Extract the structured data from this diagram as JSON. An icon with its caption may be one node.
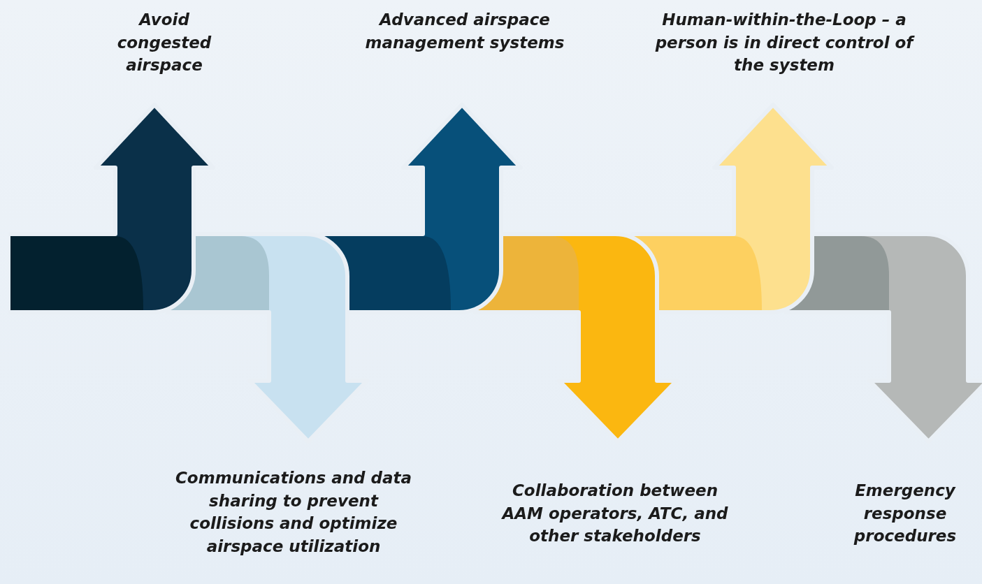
{
  "diagram": {
    "labels": [
      "Avoid congested airspace",
      "Advanced airspace management systems",
      "Human-within-the-Loop – a person is in direct control of the system",
      "Communications and data sharing to prevent collisions and optimize airspace utilization",
      "Collaboration between AAM operators,  ATC, and other stakeholders",
      "Emergency response procedures"
    ]
  }
}
